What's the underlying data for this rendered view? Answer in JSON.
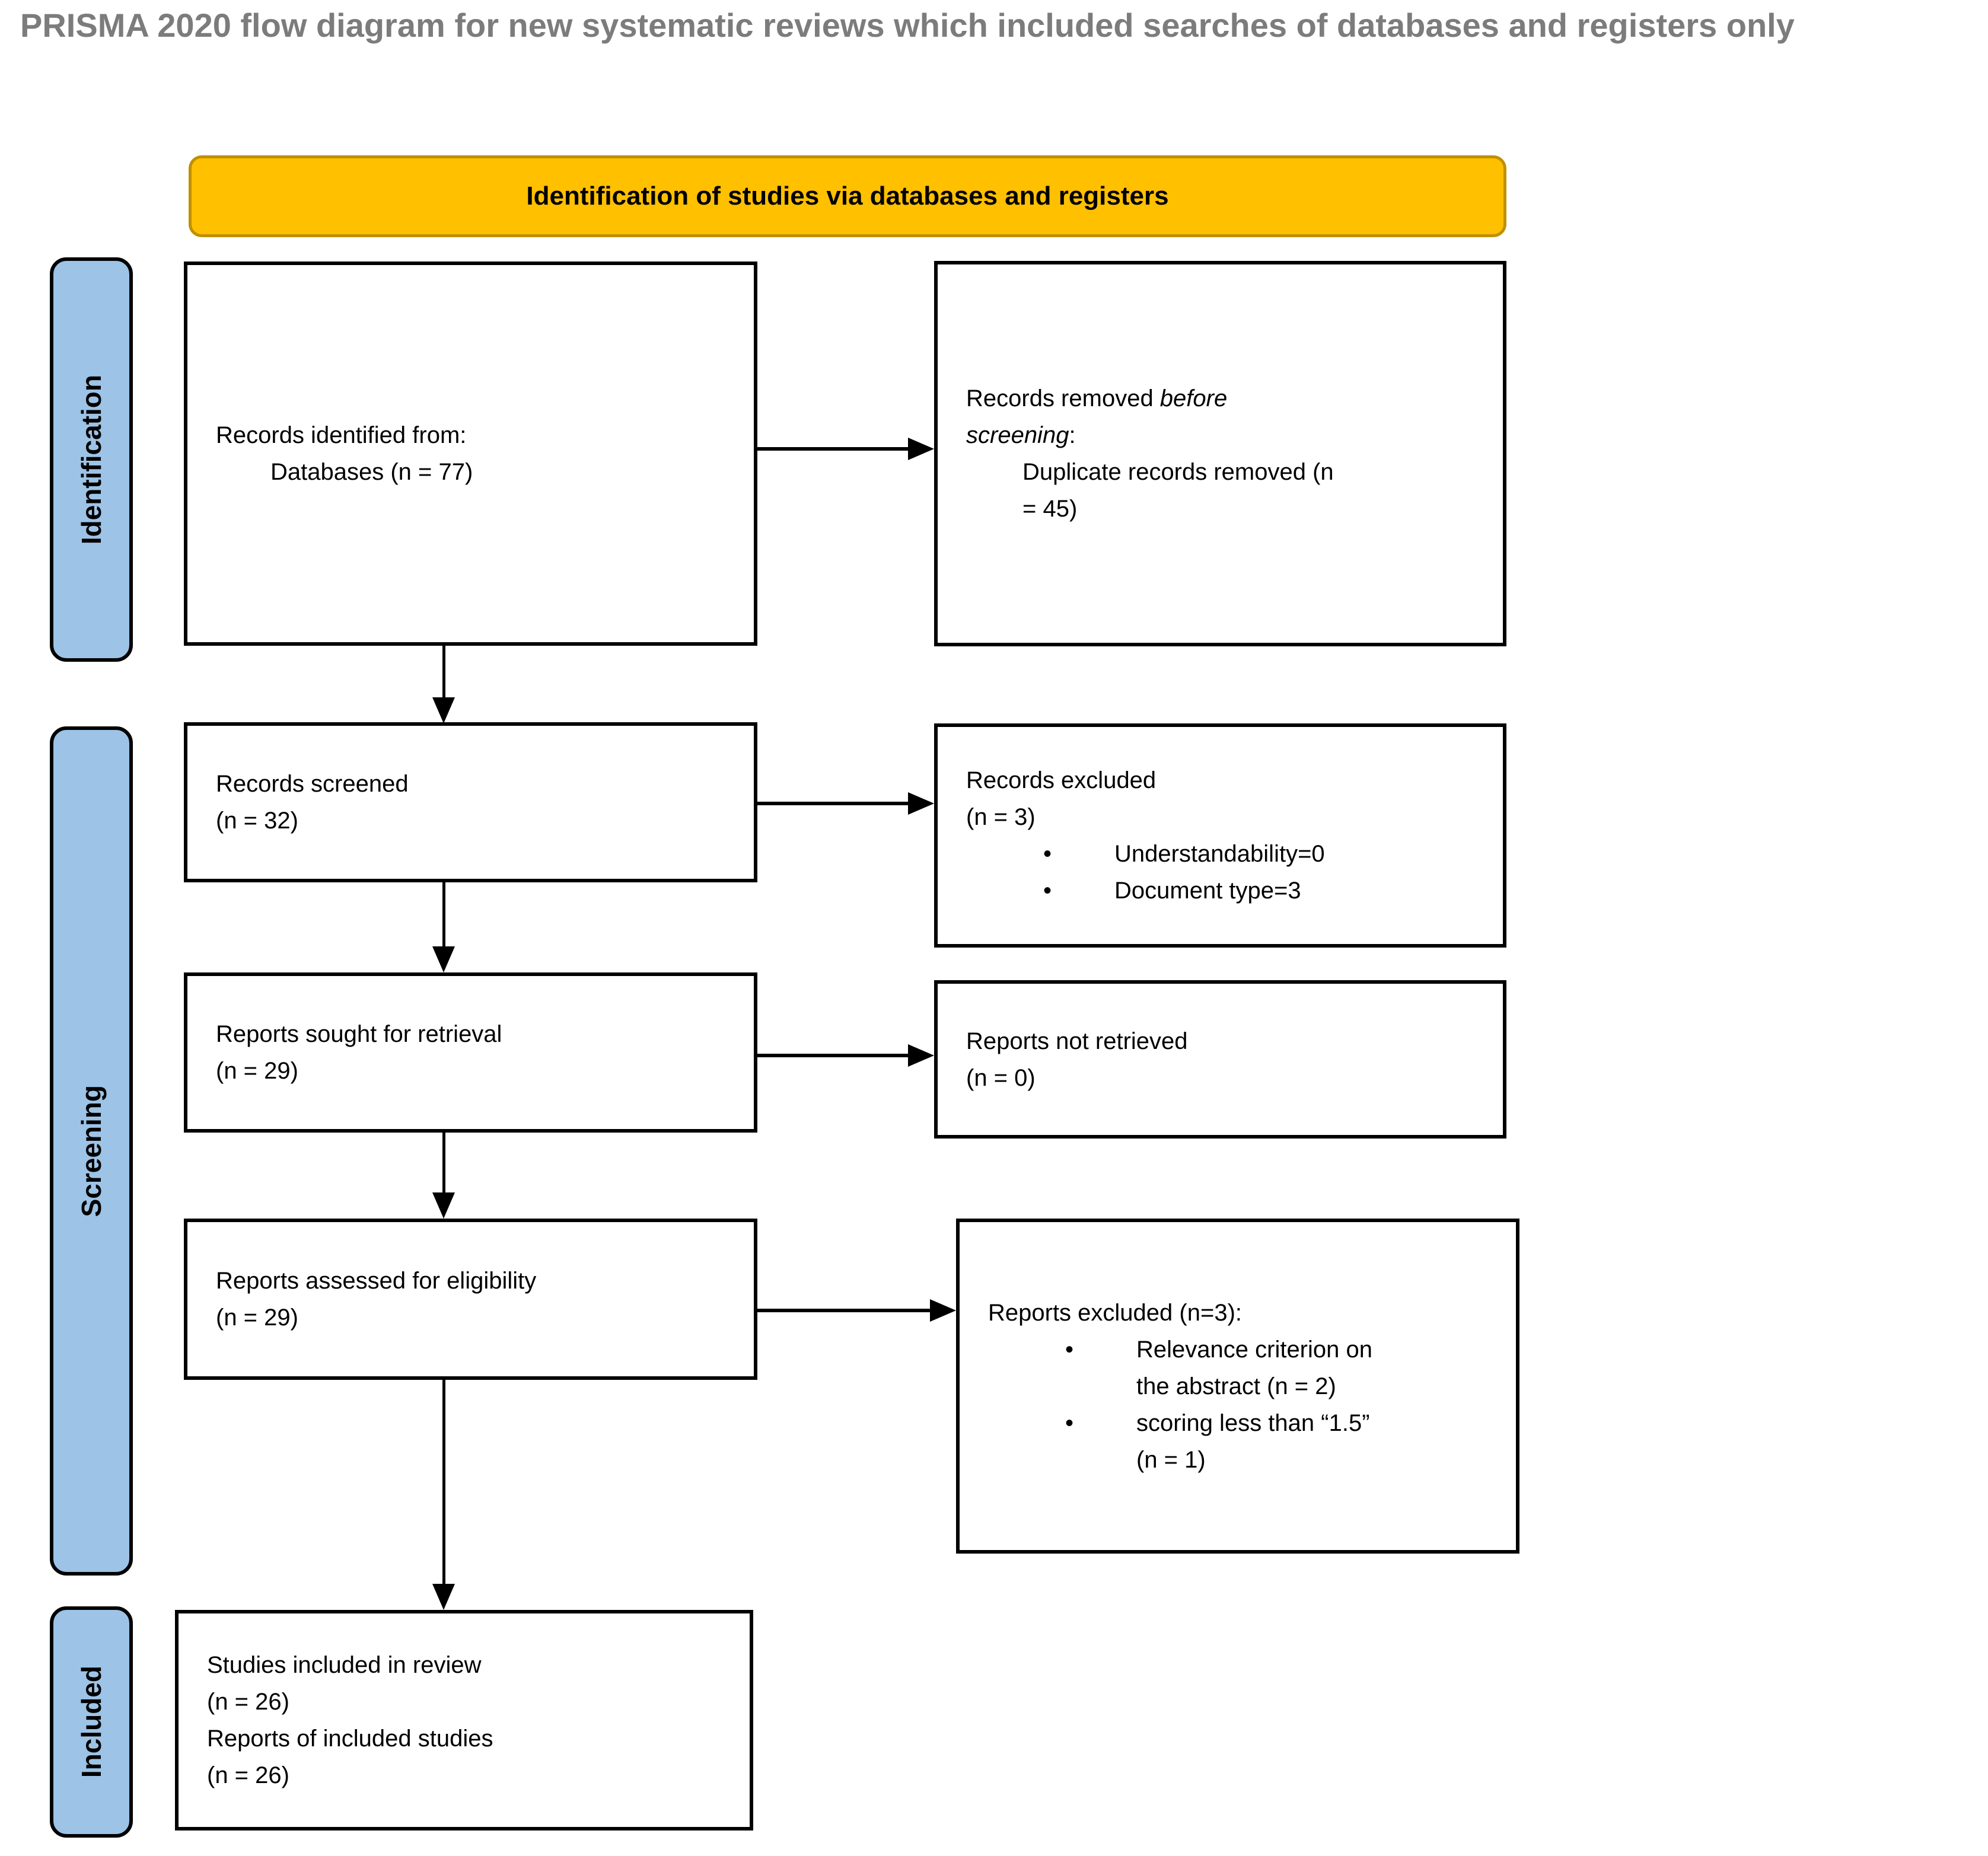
{
  "title": "PRISMA 2020 flow diagram for new systematic reviews which included searches of databases and registers only",
  "colors": {
    "header_fill": "#FFC000",
    "header_border": "#BF9000",
    "stage_fill": "#9DC3E6",
    "stage_border": "#000000",
    "box_border": "#000000",
    "title_color": "#7C7C7C",
    "ink": "#000000",
    "canvas_bg": "#FFFFFF"
  },
  "banner": {
    "label": "Identification of studies via databases and registers"
  },
  "stages": {
    "identification": "Identification",
    "screening": "Screening",
    "included": "Included"
  },
  "boxes": {
    "records_identified": {
      "line1": "Records identified from:",
      "line2": "Databases (n = 77)"
    },
    "records_removed": {
      "prefix": "Records removed ",
      "emphasis": "before\nscreening",
      "suffix": ":",
      "detail": "Duplicate records removed (n\n= 45)"
    },
    "records_screened": {
      "text": "Records screened\n(n = 32)"
    },
    "records_excluded": {
      "text": "Records excluded\n(n = 3)",
      "bullets": [
        "Understandability=0",
        "Document type=3"
      ],
      "bullet_glyph": "•"
    },
    "reports_sought": {
      "text": "Reports sought for retrieval\n(n = 29)"
    },
    "reports_not_retrieved": {
      "text": "Reports not retrieved\n(n = 0)"
    },
    "reports_assessed": {
      "text": "Reports assessed for eligibility\n(n = 29)"
    },
    "reports_excluded": {
      "text": "Reports excluded (n=3):",
      "bullets": [
        "Relevance criterion on\nthe abstract (n = 2)",
        "scoring less than “1.5”\n(n = 1)"
      ],
      "bullet_glyph": "•"
    },
    "studies_included": {
      "text": "Studies included in review\n(n = 26)\nReports of included studies\n(n = 26)"
    }
  }
}
